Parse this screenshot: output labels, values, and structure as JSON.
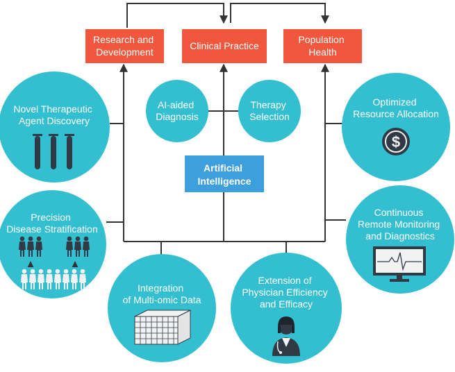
{
  "colors": {
    "circle": "#33bfcf",
    "top_box": "#f0573c",
    "ai_box": "#3d9fdc",
    "connector": "#333333",
    "icon_dark": "#2f3a44",
    "icon_light": "#f2f2f2"
  },
  "top_boxes": {
    "research": [
      "Research and",
      "Development"
    ],
    "clinical": [
      "Clinical Practice"
    ],
    "population": [
      "Population",
      "Health"
    ]
  },
  "center_box": [
    "Artificial",
    "Intelligence"
  ],
  "inner_circles": {
    "ai_diagnosis": [
      "AI-aided",
      "Diagnosis"
    ],
    "therapy": [
      "Therapy",
      "Selection"
    ]
  },
  "circles": {
    "novel_agent": {
      "lines": [
        "Novel Therapeutic",
        "Agent Discovery"
      ],
      "icon": "test-tubes-icon"
    },
    "precision": {
      "lines": [
        "Precision",
        "Disease Stratification"
      ],
      "icon": "patient-groups-icon"
    },
    "multiomic": {
      "lines": [
        "Integration",
        "of Multi-omic Data"
      ],
      "icon": "data-cube-icon"
    },
    "physician": {
      "lines": [
        "Extension of",
        "Physician Efficiency",
        "and Efficacy"
      ],
      "icon": "doctor-icon"
    },
    "resource": {
      "lines": [
        "Optimized",
        "Resource Allocation"
      ],
      "icon": "dollar-coin-icon"
    },
    "monitoring": {
      "lines": [
        "Continuous",
        "Remote Monitoring",
        "and Diagnostics"
      ],
      "icon": "monitor-ecg-icon"
    }
  }
}
